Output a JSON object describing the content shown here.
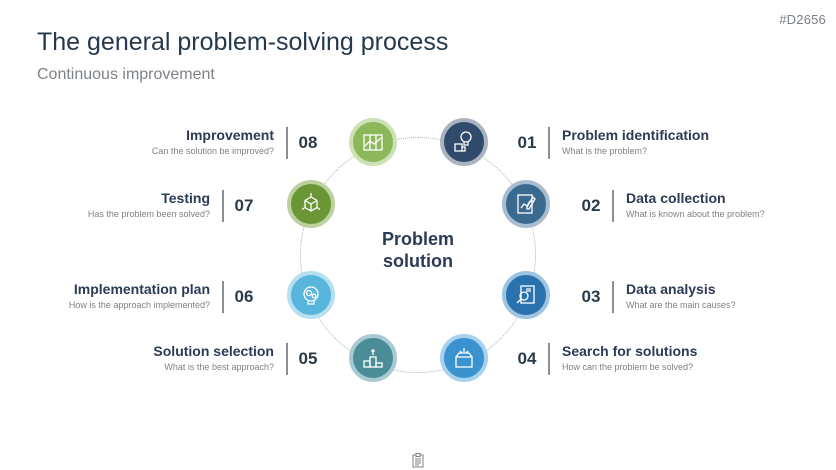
{
  "page_id": "#D2656",
  "title": "The general problem-solving process",
  "subtitle": "Continuous improvement",
  "center_label": [
    "Problem",
    "solution"
  ],
  "colors": {
    "dark": "#2f4a6b",
    "mid": "#3b6f9a",
    "blue": "#2f7fb8",
    "teal": "#5a8f9a",
    "green": "#7fa94a",
    "olive": "#6f9a3a",
    "sky": "#6cc1e0"
  },
  "steps": [
    {
      "num": "01",
      "title": "Problem identification",
      "question": "What is the problem?",
      "icon": "lightbulb-puzzle-icon"
    },
    {
      "num": "02",
      "title": "Data collection",
      "question": "What is known about the problem?",
      "icon": "clipboard-chart-icon"
    },
    {
      "num": "03",
      "title": "Data analysis",
      "question": "What are the main causes?",
      "icon": "magnifier-document-icon"
    },
    {
      "num": "04",
      "title": "Search for solutions",
      "question": "How can the problem be solved?",
      "icon": "box-ideas-icon"
    },
    {
      "num": "05",
      "title": "Solution selection",
      "question": "What is the best approach?",
      "icon": "podium-icon"
    },
    {
      "num": "06",
      "title": "Implementation plan",
      "question": "How is the approach implemented?",
      "icon": "gears-bulb-icon"
    },
    {
      "num": "07",
      "title": "Testing",
      "question": "Has the problem been solved?",
      "icon": "cube-network-icon"
    },
    {
      "num": "08",
      "title": "Improvement",
      "question": "Can the solution be improved?",
      "icon": "map-chart-icon"
    }
  ],
  "footer_icon": "clipboard-icon"
}
